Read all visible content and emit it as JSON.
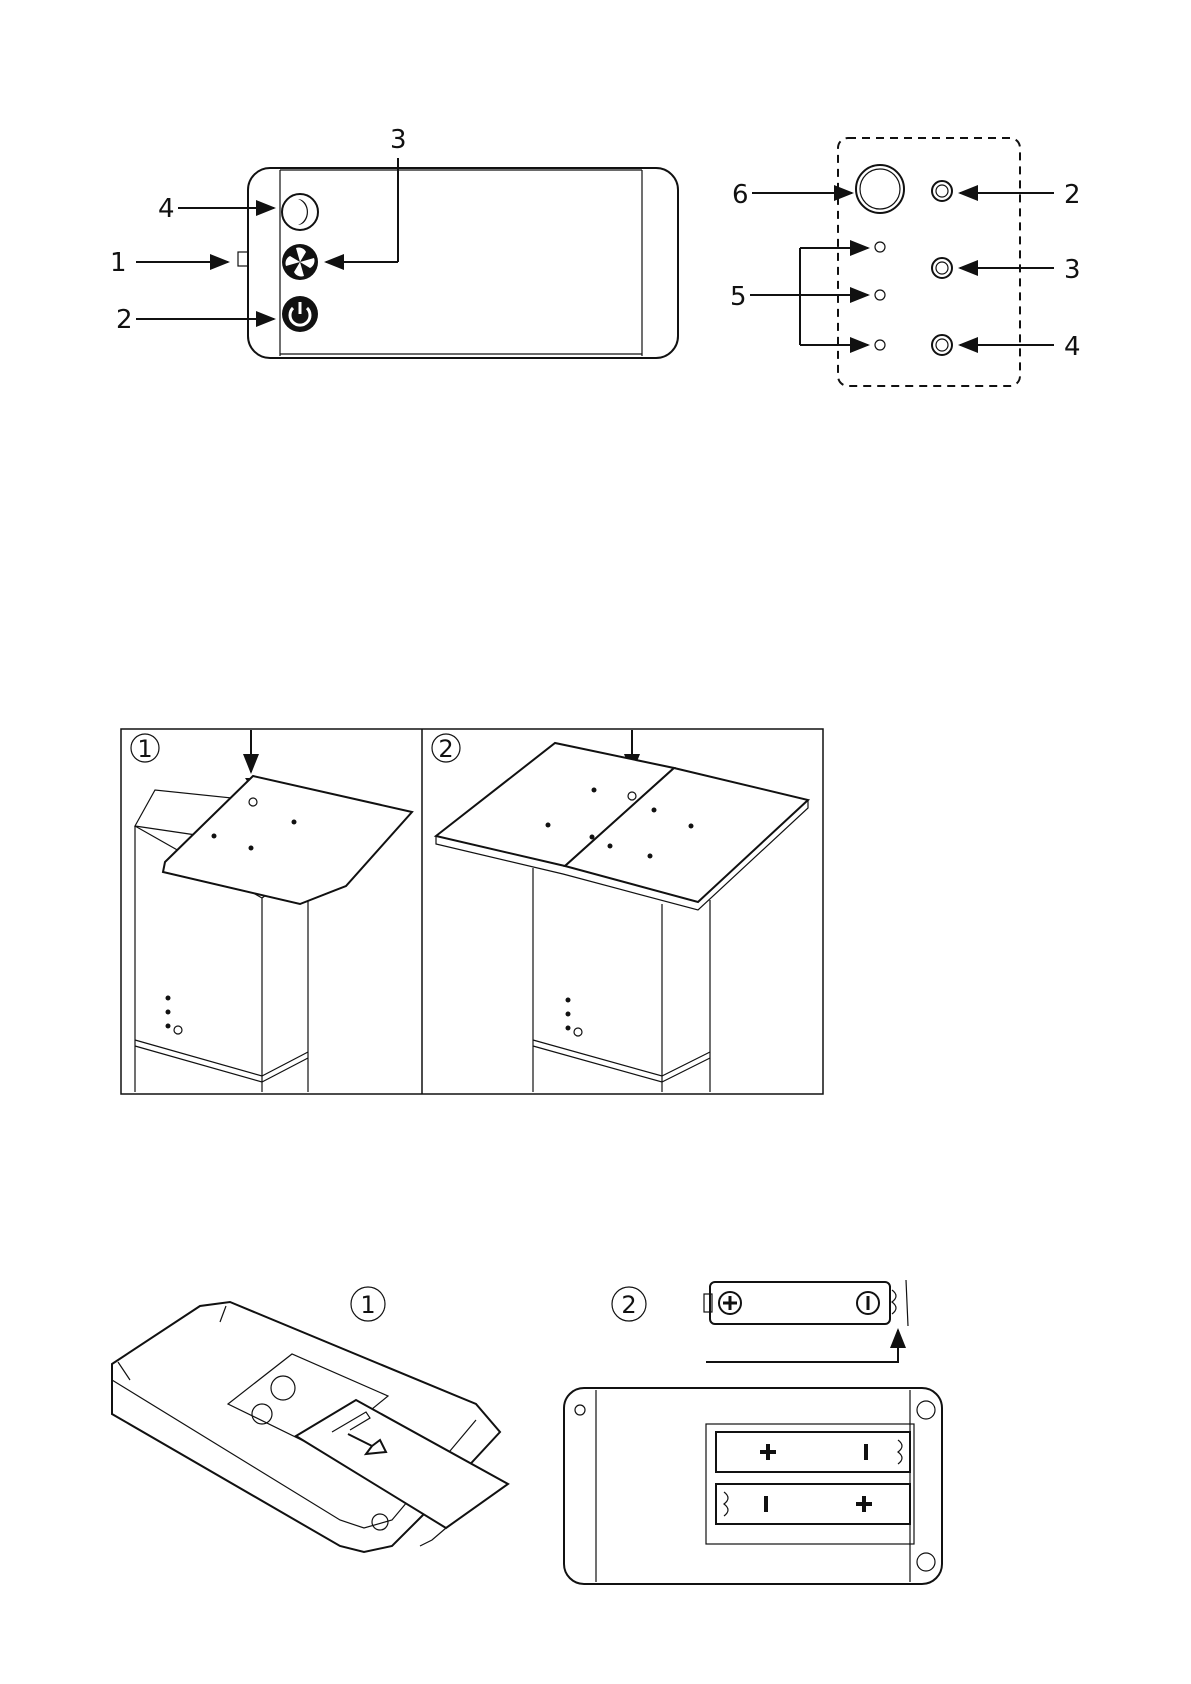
{
  "figure1": {
    "remote_callouts": [
      "1",
      "2",
      "3",
      "4"
    ],
    "panel_callouts": [
      "6",
      "5",
      "2",
      "3",
      "4"
    ]
  },
  "figure2": {
    "steps": [
      "1",
      "2"
    ]
  },
  "figure3": {
    "steps": [
      "1",
      "2"
    ]
  }
}
